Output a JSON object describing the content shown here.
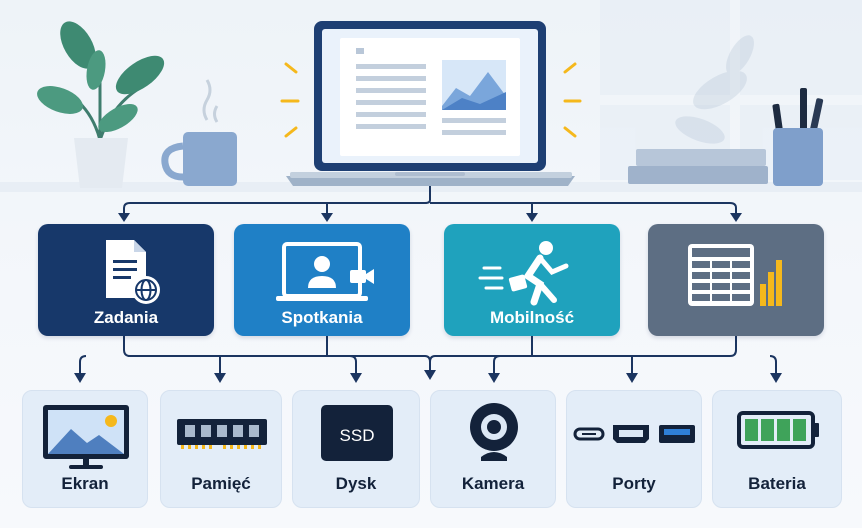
{
  "categories": [
    {
      "id": "tasks",
      "label": "Zadania",
      "icon": "document-globe-icon",
      "color": "#17386a"
    },
    {
      "id": "meetings",
      "label": "Spotkania",
      "icon": "video-call-icon",
      "color": "#1f80c6"
    },
    {
      "id": "mobility",
      "label": "Mobilność",
      "icon": "running-person-icon",
      "color": "#1fa2bd"
    },
    {
      "id": "spreadsheet",
      "label": "",
      "icon": "spreadsheet-chart-icon",
      "color": "#5d6e83"
    }
  ],
  "hardware": [
    {
      "id": "screen",
      "label": "Ekran",
      "icon": "monitor-icon"
    },
    {
      "id": "memory",
      "label": "Pamięć",
      "icon": "ram-module-icon"
    },
    {
      "id": "disk",
      "label": "Dysk",
      "icon": "ssd-icon",
      "icon_text": "SSD"
    },
    {
      "id": "camera",
      "label": "Kamera",
      "icon": "webcam-icon"
    },
    {
      "id": "ports",
      "label": "Porty",
      "icon": "ports-icon"
    },
    {
      "id": "battery",
      "label": "Bateria",
      "icon": "battery-icon"
    }
  ],
  "scene": {
    "center_device": "laptop-icon",
    "decor": [
      "plant-icon",
      "mug-icon",
      "books-icon",
      "pencil-cup-icon"
    ]
  },
  "colors": {
    "connector": "#1b3560",
    "accent_spark": "#f5b81c"
  }
}
